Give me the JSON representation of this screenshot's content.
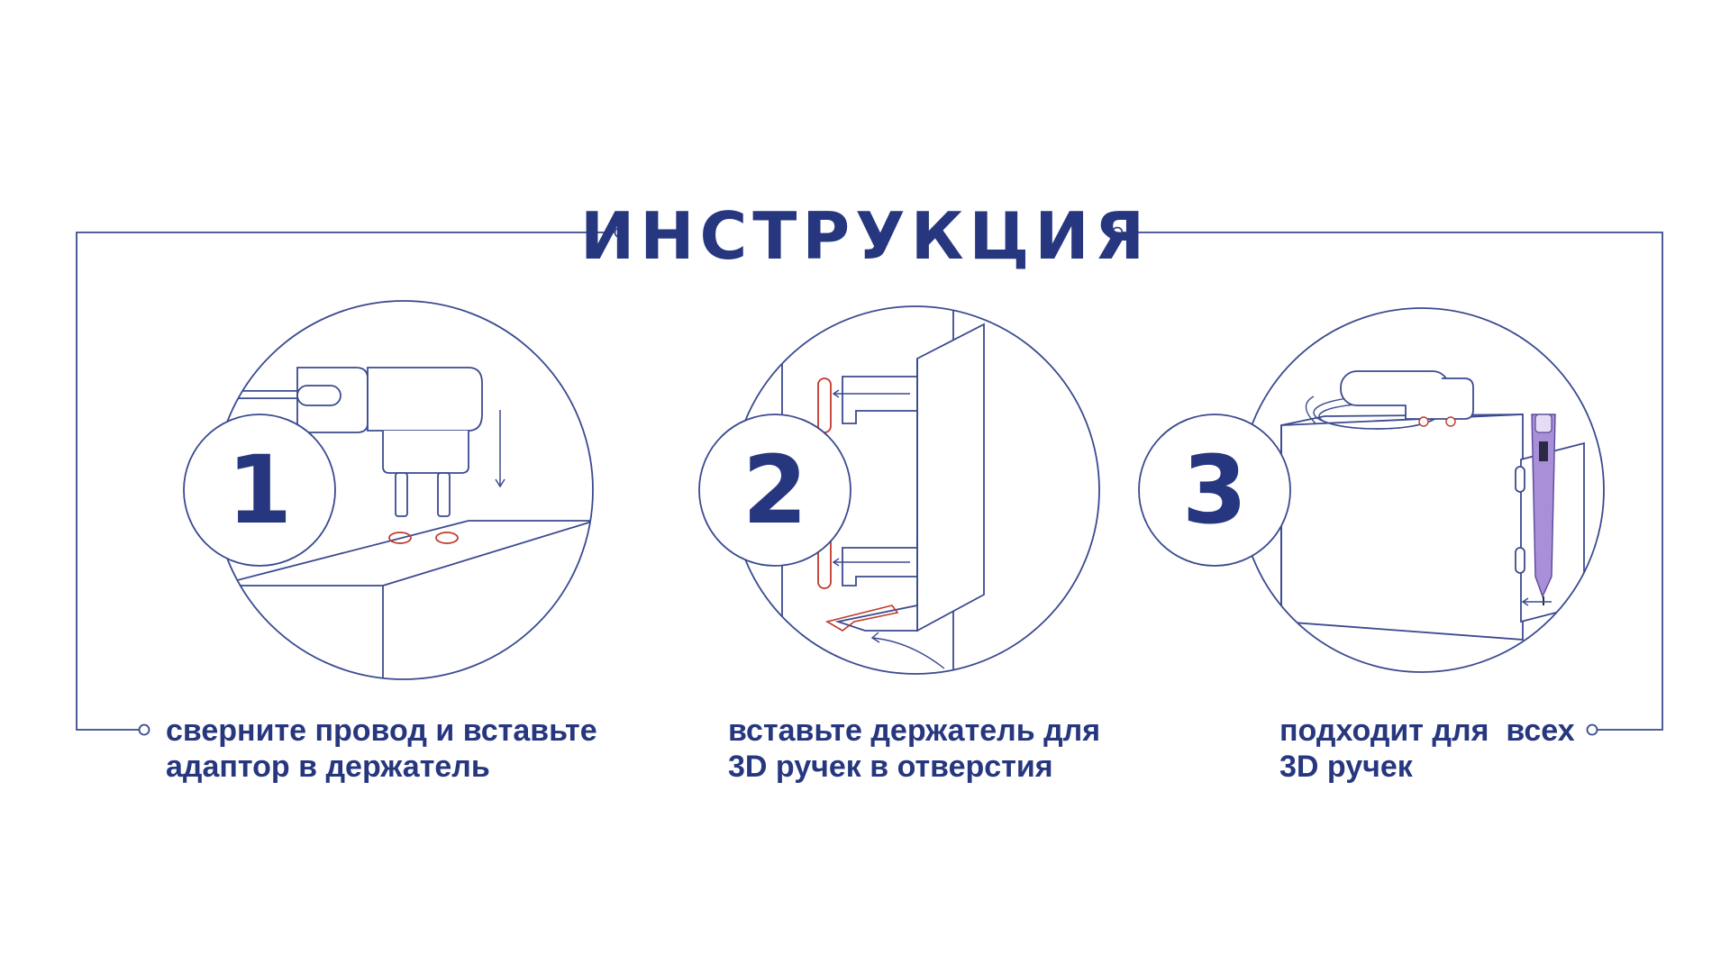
{
  "title": "ИНСТРУКЦИЯ",
  "colors": {
    "navy": "#27377f",
    "line": "#3a4a8f",
    "accent_red": "#c0392b",
    "pen_purple": "#a98fd8",
    "background": "#ffffff"
  },
  "steps": [
    {
      "number": "1",
      "caption_line1": "сверните провод и вставьте",
      "caption_line2": "адаптор в держатель",
      "illustration": "plug-adapter-into-holder-icon"
    },
    {
      "number": "2",
      "caption_line1": "вставьте держатель для",
      "caption_line2": "3D ручек в отверстия",
      "illustration": "insert-holder-into-slots-icon"
    },
    {
      "number": "3",
      "caption_line1": "подходит для  всех",
      "caption_line2": "3D ручек",
      "illustration": "holder-with-3d-pen-icon"
    }
  ]
}
